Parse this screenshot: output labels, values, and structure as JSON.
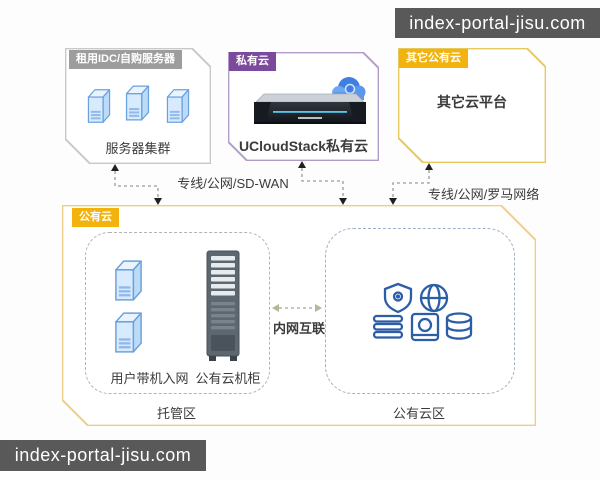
{
  "watermarks": {
    "top_right": "index-portal-jisu.com",
    "bottom_left": "index-portal-jisu.com"
  },
  "idc_box": {
    "tag": "租用IDC/自购服务器",
    "caption": "服务器集群"
  },
  "private_box": {
    "tag": "私有云",
    "caption": "UCloudStack私有云"
  },
  "other_box": {
    "tag": "其它公有云",
    "caption": "其它云平台"
  },
  "public_box": {
    "tag": "公有云",
    "hosting": {
      "servers_caption": "用户带机入网",
      "rack_caption": "公有云机柜",
      "zone_label": "托管区"
    },
    "cloud_zone": {
      "zone_label": "公有云区"
    },
    "interconnect_label": "内网互联"
  },
  "links": {
    "top_link_label": "专线/公网/SD-WAN",
    "right_link_label": "专线/公网/罗马网络"
  },
  "icons": {
    "idc_servers": "server-icon x3",
    "hosting_servers": "server-icon x2",
    "rack": "rack-icon",
    "appliance": "ucloudstack-appliance-image",
    "cloud": "cloud-icon",
    "zone_icons": [
      "shield-icon",
      "globe-icon",
      "server-stack-icon",
      "compute-icon",
      "database-icon"
    ]
  },
  "colors": {
    "gray_tag": "#9d9d9d",
    "purple_tag": "#7c4a9c",
    "yellow_tag": "#f2b30e",
    "gray_border": "#c9c9c9",
    "purple_border": "#b29dc9",
    "yellow_border": "#e7c85f",
    "public_border": "#edcf85",
    "icon_blue": "#2b5ea7",
    "server_blue": "#6aa0dc",
    "watermark_bg": "#595959"
  }
}
